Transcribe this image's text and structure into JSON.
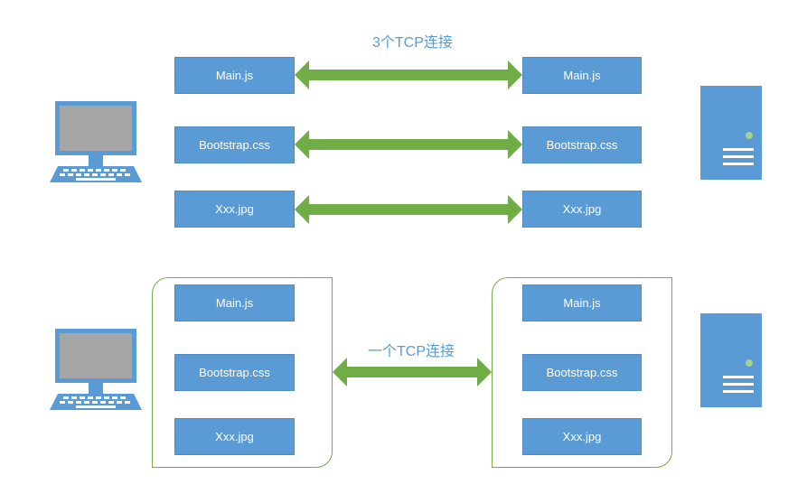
{
  "colors": {
    "box_fill": "#5b9bd5",
    "arrow": "#70ad47",
    "label": "#5b9bd5",
    "group_border": "#70ad47"
  },
  "top": {
    "label": "3个TCP连接",
    "client_files": [
      "Main.js",
      "Bootstrap.css",
      "Xxx.jpg"
    ],
    "server_files": [
      "Main.js",
      "Bootstrap.css",
      "Xxx.jpg"
    ]
  },
  "bottom": {
    "label": "一个TCP连接",
    "client_files": [
      "Main.js",
      "Bootstrap.css",
      "Xxx.jpg"
    ],
    "server_files": [
      "Main.js",
      "Bootstrap.css",
      "Xxx.jpg"
    ]
  },
  "icons": {
    "client": "computer-icon",
    "server": "server-icon"
  }
}
